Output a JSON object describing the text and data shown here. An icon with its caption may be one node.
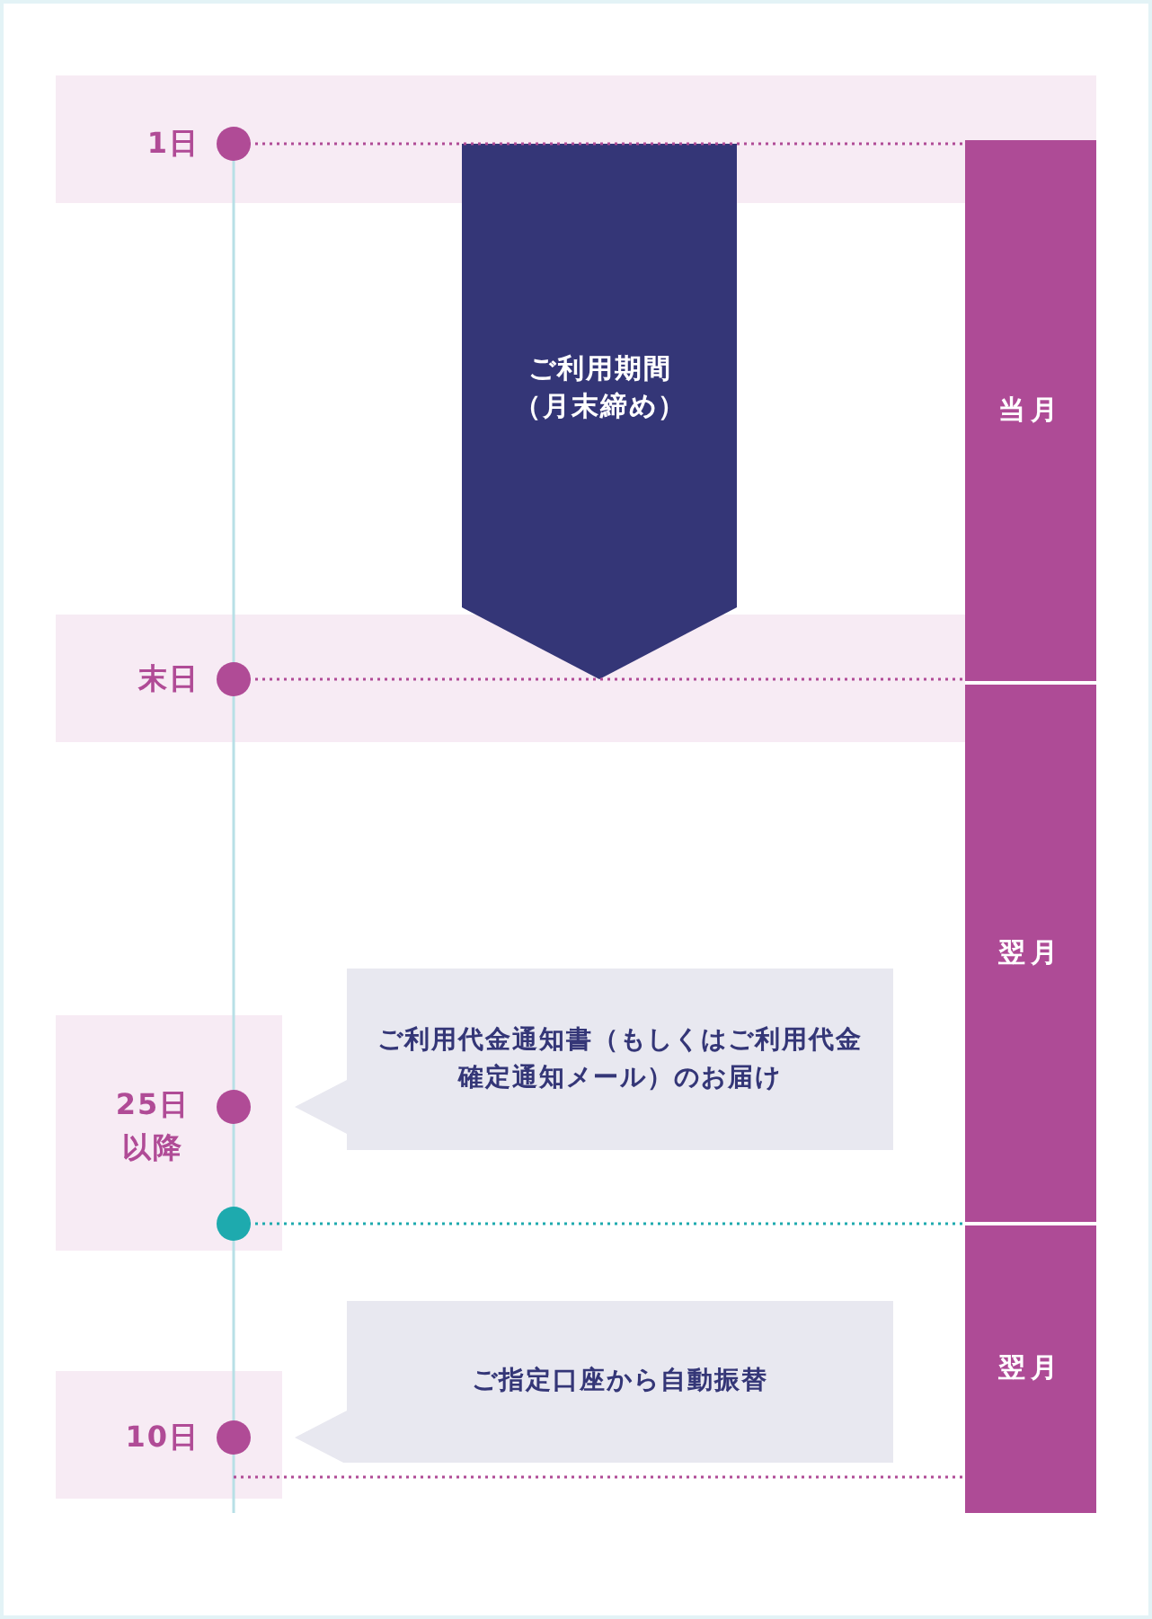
{
  "diagram": {
    "nodes": [
      {
        "text": [
          "1日"
        ]
      },
      {
        "text": [
          "末日"
        ]
      },
      {
        "text": [
          "25日以降"
        ]
      },
      {
        "text": [
          "10日"
        ]
      },
      {
        "text": [
          "ご利用代金通知書（もしくはご利用代金確定通知メール）のお届け"
        ]
      },
      {
        "text": [
          "ご指定口座から自動振替"
        ]
      },
      {
        "text": [
          "当月"
        ]
      },
      {
        "text": [
          "翌月"
        ]
      },
      {
        "text": [
          "翌月"
        ]
      }
    ],
    "edges": [
      {
        "from": 0,
        "to": 1,
        "arrow": "to",
        "label": "ご利用期間（月末締め）",
        "style": "thick",
        "color": "#343677"
      },
      {
        "from": 0,
        "to": 6,
        "arrow": "other",
        "style": "dashed"
      },
      {
        "from": 1,
        "to": 6,
        "arrow": "other",
        "style": "dashed"
      },
      {
        "from": 2,
        "to": 8,
        "arrow": "other",
        "style": "dashed",
        "color": "#1eaaae"
      },
      {
        "from": 3,
        "to": 8,
        "arrow": "none",
        "style": "dashed"
      }
    ]
  }
}
